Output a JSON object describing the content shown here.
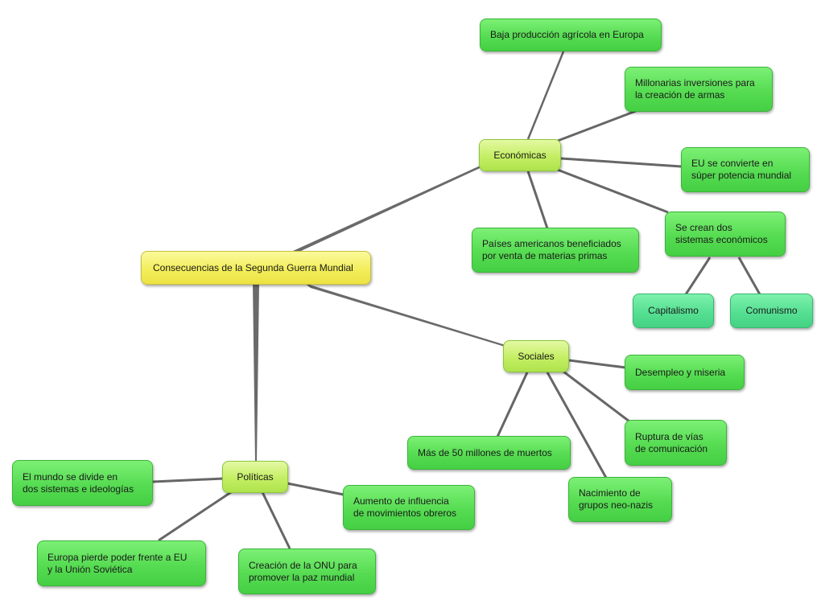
{
  "root": {
    "label": "Consecuencias de la Segunda Guerra Mundial"
  },
  "branches": {
    "economicas": "Económicas",
    "sociales": "Sociales",
    "politicas": "Políticas"
  },
  "economicas_items": {
    "baja_produccion": "Baja producción agrícola en Europa",
    "millonarias": "Millonarias inversiones para\nla creación de armas",
    "eu_potencia": "EU se convierte en\nsúper potencia mundial",
    "paises_americanos": "Países americanos beneficiados\npor venta de materias primas",
    "sistemas_economicos": "Se crean dos\nsistemas económicos",
    "capitalismo": "Capitalismo",
    "comunismo": "Comunismo"
  },
  "sociales_items": {
    "desempleo": "Desempleo y miseria",
    "ruptura": "Ruptura de vías\nde comunicación",
    "muertos": "Más de 50 millones de muertos",
    "neo_nazis": "Nacimiento de\ngrupos neo-nazis"
  },
  "politicas_items": {
    "mundo_divide": "El mundo se divide en\ndos sistemas e ideologías",
    "obreros": "Aumento de influencia\nde movimientos obreros",
    "europa_pierde": "Europa pierde poder frente a EU\ny la Unión Soviética",
    "onu": "Creación de la ONU para\npromover la paz mundial"
  }
}
